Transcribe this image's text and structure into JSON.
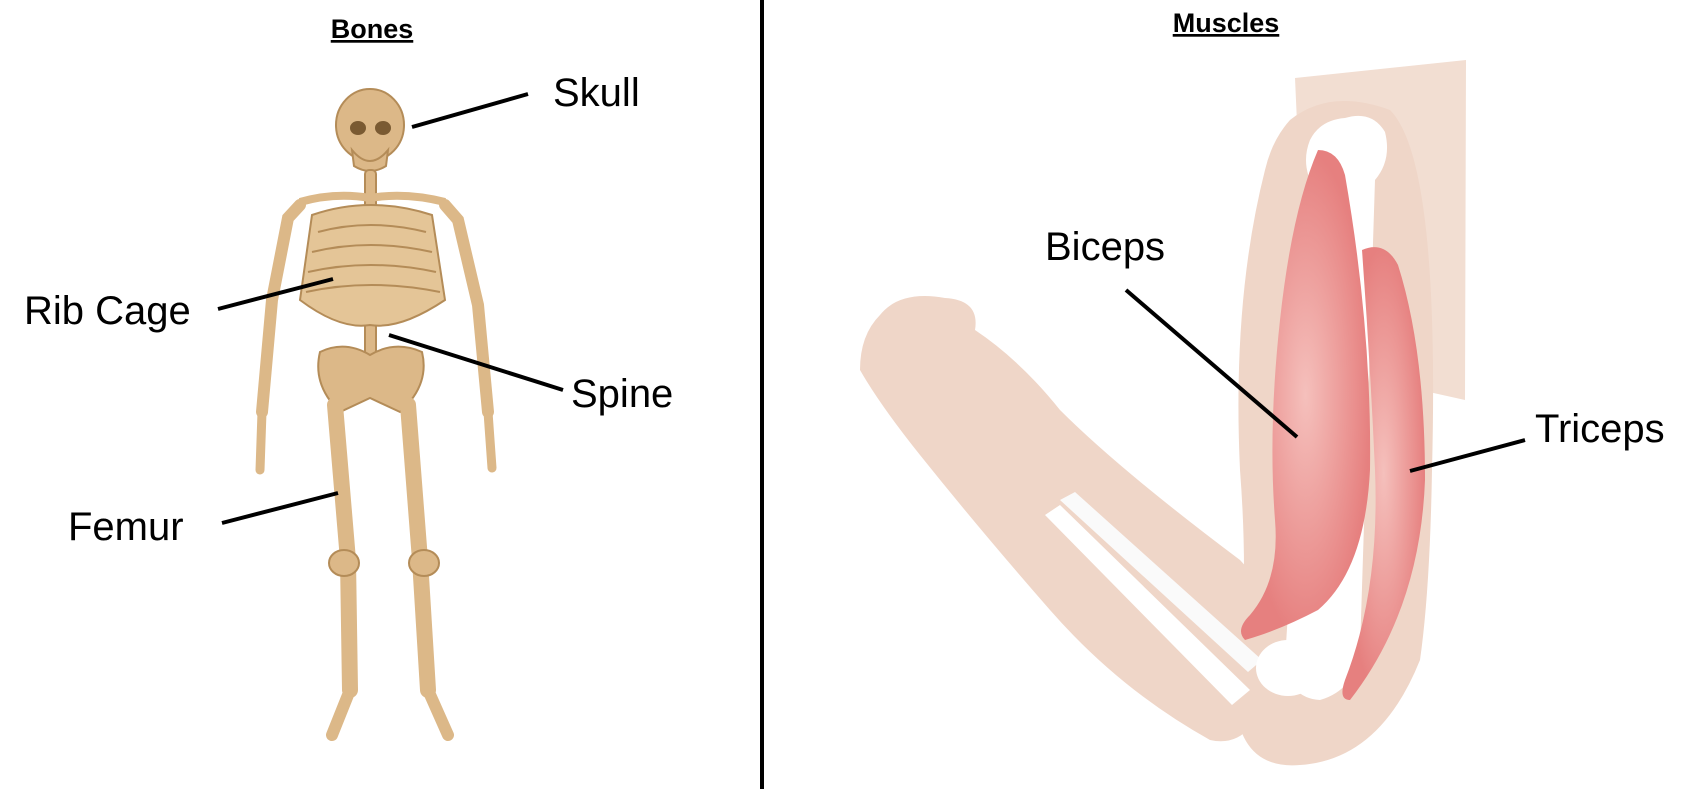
{
  "bones_panel": {
    "title": "Bones",
    "labels": {
      "skull": "Skull",
      "rib_cage": "Rib Cage",
      "spine": "Spine",
      "femur": "Femur"
    }
  },
  "muscles_panel": {
    "title": "Muscles",
    "labels": {
      "biceps": "Biceps",
      "triceps": "Triceps"
    }
  },
  "colors": {
    "bone": "#dcb888",
    "bone_dark": "#b48c58",
    "skin": "#efd6c8",
    "muscle": "#e88c8c",
    "muscle_light": "#f2b4b0",
    "divider": "#000000"
  },
  "icons": {
    "skeleton": "skeleton-illustration",
    "arm": "arm-muscle-illustration"
  }
}
